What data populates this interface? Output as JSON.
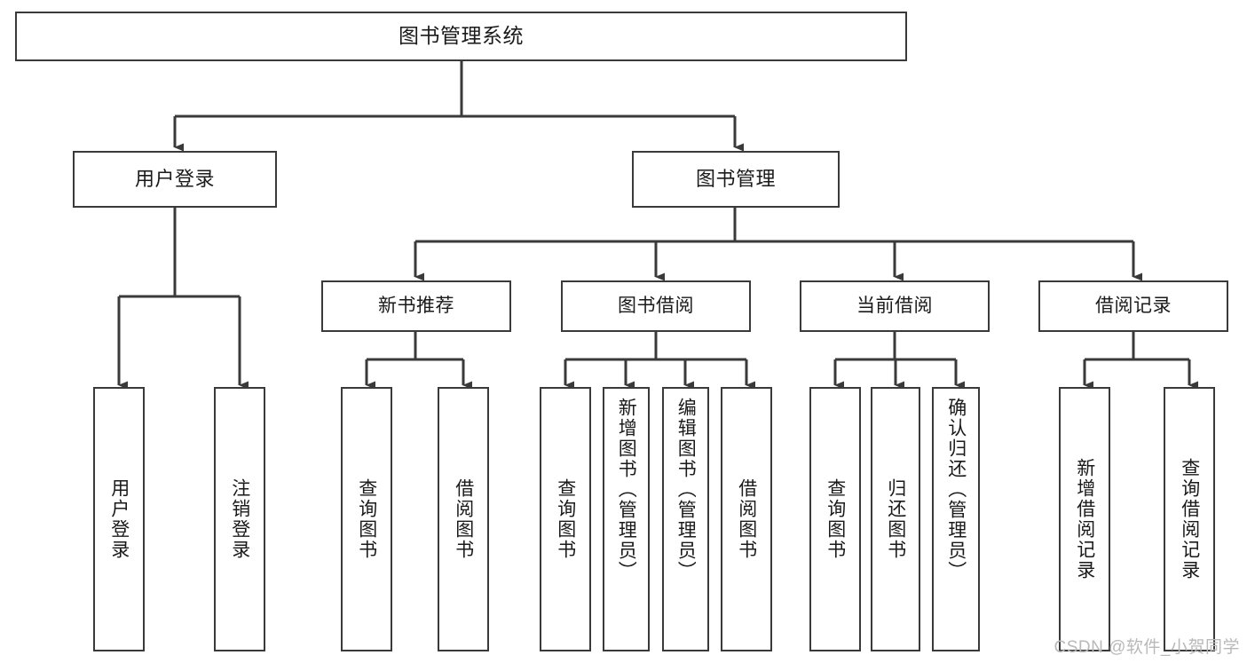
{
  "diagram": {
    "type": "tree-hierarchy",
    "title": "图书管理系统",
    "root": {
      "id": "root",
      "label": "图书管理系统"
    },
    "level2": [
      {
        "id": "user-login",
        "label": "用户登录"
      },
      {
        "id": "book-manage",
        "label": "图书管理"
      }
    ],
    "level3": [
      {
        "id": "new-book-recommend",
        "label": "新书推荐",
        "parent": "book-manage"
      },
      {
        "id": "book-borrow",
        "label": "图书借阅",
        "parent": "book-manage"
      },
      {
        "id": "current-borrow",
        "label": "当前借阅",
        "parent": "book-manage"
      },
      {
        "id": "borrow-record",
        "label": "借阅记录",
        "parent": "book-manage"
      }
    ],
    "leaves": [
      {
        "id": "leaf-user-login",
        "label": "用户登录",
        "parent": "user-login"
      },
      {
        "id": "leaf-logout-login",
        "label": "注销登录",
        "parent": "user-login"
      },
      {
        "id": "leaf-query-book-1",
        "label": "查询图书",
        "parent": "new-book-recommend"
      },
      {
        "id": "leaf-borrow-book-1",
        "label": "借阅图书",
        "parent": "new-book-recommend"
      },
      {
        "id": "leaf-query-book-2",
        "label": "查询图书",
        "parent": "book-borrow"
      },
      {
        "id": "leaf-add-book",
        "label": "新增图书（管理员）",
        "parent": "book-borrow"
      },
      {
        "id": "leaf-edit-book",
        "label": "编辑图书（管理员）",
        "parent": "book-borrow"
      },
      {
        "id": "leaf-borrow-book-2",
        "label": "借阅图书",
        "parent": "book-borrow"
      },
      {
        "id": "leaf-query-book-3",
        "label": "查询图书",
        "parent": "current-borrow"
      },
      {
        "id": "leaf-return-book",
        "label": "归还图书",
        "parent": "current-borrow"
      },
      {
        "id": "leaf-confirm-return",
        "label": "确认归还（管理员）",
        "parent": "current-borrow"
      },
      {
        "id": "leaf-add-record",
        "label": "新增借阅记录",
        "parent": "borrow-record"
      },
      {
        "id": "leaf-query-record",
        "label": "查询借阅记录",
        "parent": "borrow-record"
      }
    ],
    "colors": {
      "box_border": "#3a3a3a",
      "box_fill": "#ffffff",
      "edge": "#3a3a3a",
      "text": "#1a1a1a",
      "watermark": "#b9b9b9",
      "background": "#ffffff"
    }
  },
  "watermark": {
    "text": "CSDN @软件_小贺同学"
  }
}
